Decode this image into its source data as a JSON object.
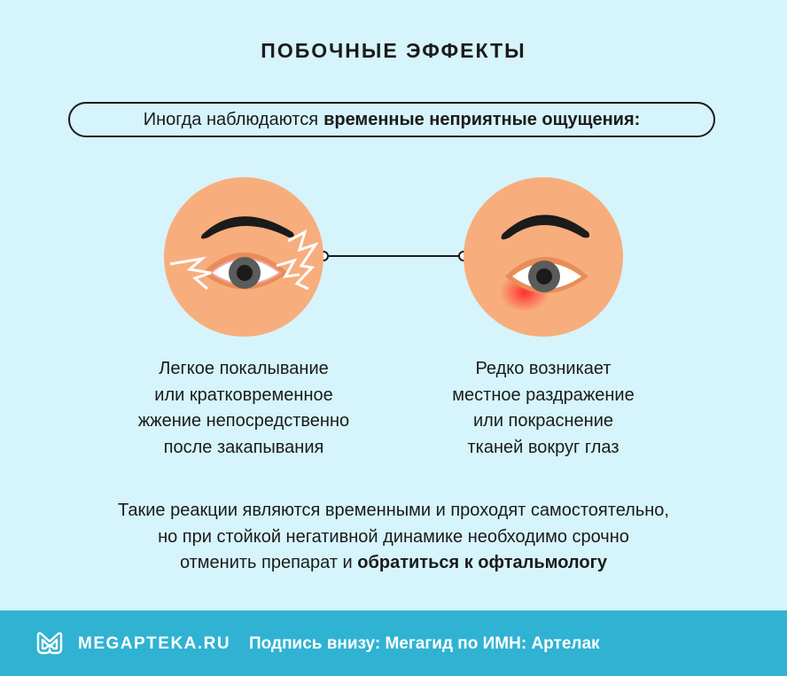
{
  "title": "ПОБОЧНЫЕ ЭФФЕКТЫ",
  "intro": {
    "prefix": "Иногда наблюдаются",
    "emphasis": "временные неприятные ощущения:"
  },
  "effects": [
    {
      "lines": [
        "Легкое покалывание",
        "или кратковременное",
        "жжение непосредственно",
        "после закапывания"
      ]
    },
    {
      "lines": [
        "Редко возникает",
        "местное раздражение",
        "или покраснение",
        "тканей вокруг глаз"
      ]
    }
  ],
  "note": {
    "line1": "Такие реакции являются временными и проходят самостоятельно,",
    "line2": "но при стойкой негативной динамике необходимо срочно",
    "line3_prefix": "отменить препарат и",
    "line3_emphasis": "обратиться к офтальмологу"
  },
  "footer": {
    "site": "MEGAPTEKA.RU",
    "caption": "Подпись внизу: Мегагид по ИМН: Артелак"
  },
  "icons": {
    "left": "eye-burning-icon",
    "right": "eye-redness-icon",
    "logo": "megapteka-logo-icon"
  },
  "colors": {
    "background": "#d6f4fb",
    "skin": "#f8ad7d",
    "footer": "#30b2d3",
    "text": "#1b1b1b"
  }
}
